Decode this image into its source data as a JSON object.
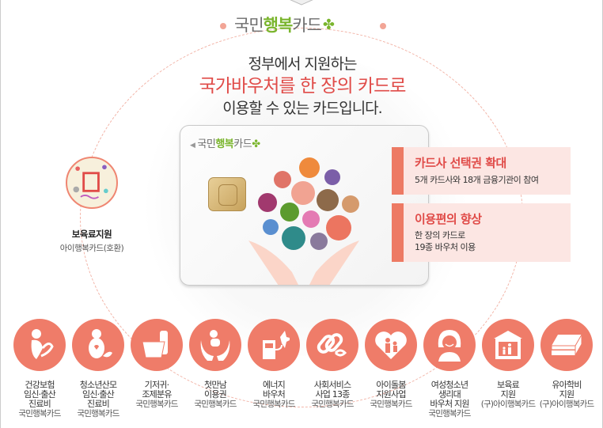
{
  "header": {
    "logo": {
      "part1": "국민",
      "part2": "행복",
      "part3": "카드",
      "clover_icon": "clover-icon"
    }
  },
  "headline": {
    "line1": "정부에서 지원하는",
    "line2": "국가바우처를 한 장의 카드로",
    "line3": "이용할 수 있는 카드입니다."
  },
  "card": {
    "logo": {
      "part1": "국민",
      "part2": "행복",
      "part3": "카드"
    }
  },
  "features": [
    {
      "title": "카드사 선택권 확대",
      "desc": "5개 카드사와 18개 금융기관이 참여"
    },
    {
      "title": "이용편의 향상",
      "desc_line1": "한 장의 카드로",
      "desc_line2": "19종 바우처 이용"
    }
  ],
  "left_item": {
    "title": "보육료지원",
    "subtitle": "아이행복카드(호환)"
  },
  "services": [
    {
      "icon": "pregnant-stethoscope-icon",
      "label": "건강보험\n임신·출산\n진료비",
      "card": "국민행복카드"
    },
    {
      "icon": "pregnant-leaf-icon",
      "label": "청소년산모\n임신·출산\n진료비",
      "card": "국민행복카드"
    },
    {
      "icon": "diaper-bottle-icon",
      "label": "기저귀·\n조제분유",
      "card": "국민행복카드"
    },
    {
      "icon": "baby-hands-icon",
      "label": "첫만남\n이용권",
      "card": "국민행복카드"
    },
    {
      "icon": "fuel-pinwheel-icon",
      "label": "에너지\n바우처",
      "card": "국민행복카드"
    },
    {
      "icon": "chain-link-icon",
      "label": "사회서비스\n사업 13종",
      "card": "국민행복카드"
    },
    {
      "icon": "heart-family-icon",
      "label": "아이돌봄\n지원사업",
      "card": "국민행복카드"
    },
    {
      "icon": "girl-face-icon",
      "label": "여성청소년\n생리대\n바우처 지원",
      "card": "국민행복카드"
    },
    {
      "icon": "house-family-icon",
      "label": "보육료\n지원",
      "card": "(구)아이행복카드"
    },
    {
      "icon": "book-icon",
      "label": "유아학비\n지원",
      "card": "(구)아이행복카드"
    }
  ],
  "colors": {
    "accent": "#ef7c69",
    "red_text": "#e04b48",
    "green": "#7ab52d",
    "feature_bg": "#fce6e3"
  }
}
